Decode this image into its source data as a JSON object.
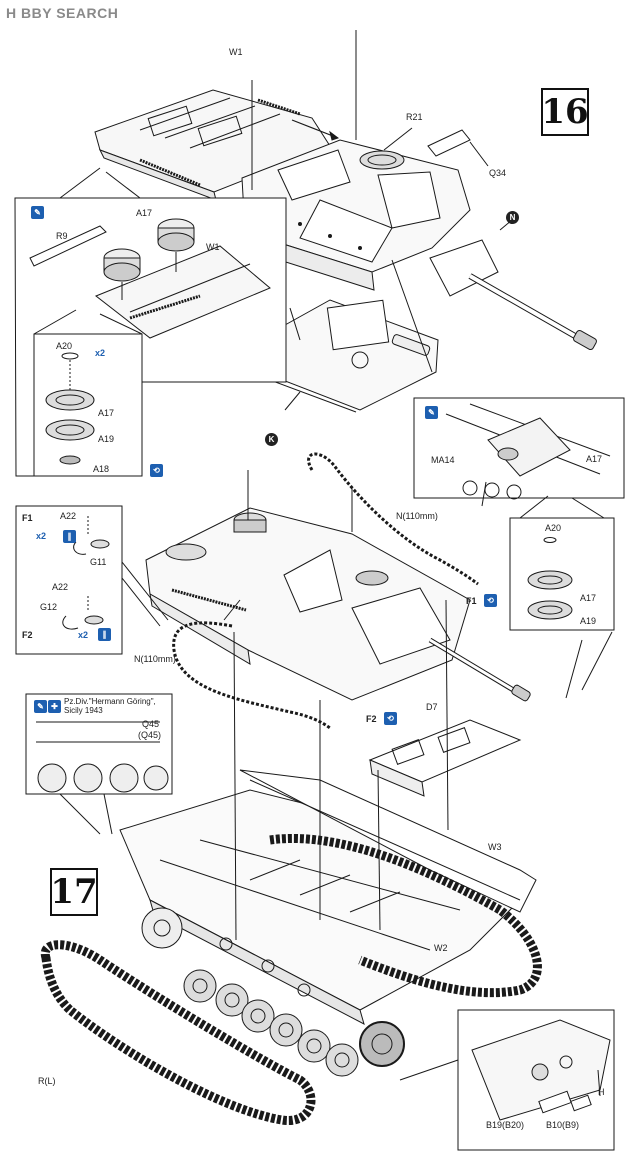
{
  "watermark": {
    "text": "H BBY SEARCH"
  },
  "steps": {
    "step16": "16",
    "step17": "17"
  },
  "labels": {
    "w1_top": "W1",
    "r21": "R21",
    "q34": "Q34",
    "n_top": "N",
    "r9": "R9",
    "a17_a": "A17",
    "w1_inset": "W1",
    "a20_a": "A20",
    "x2_a": "x2",
    "a17_b": "A17",
    "a19_a": "A19",
    "a18": "A18",
    "k": "K",
    "ma14": "MA14",
    "a17_c": "A17",
    "a20_b": "A20",
    "a17_d": "A17",
    "a19_b": "A19",
    "f1_a": "F1",
    "a22_a": "A22",
    "x2_b": "x2",
    "g11": "G11",
    "a22_b": "A22",
    "g12": "G12",
    "f2_a": "F2",
    "x2_c": "x2",
    "n110_a": "N(110mm)",
    "n110_b": "N(110mm)",
    "f1_b": "F1",
    "f2_b": "F2",
    "d7": "D7",
    "caption_line1": "Pz.Div.\"Hermann Göring\",",
    "caption_line2": "Sicily 1943",
    "q45": "Q45",
    "q45_paren": "(Q45)",
    "w3": "W3",
    "w2": "W2",
    "rl": "R(L)",
    "h": "H",
    "b19": "B19(B20)",
    "b10": "B10(B9)"
  },
  "colors": {
    "line": "#1a1a1a",
    "accent": "#1d5fb0",
    "hatch": "#333333"
  }
}
